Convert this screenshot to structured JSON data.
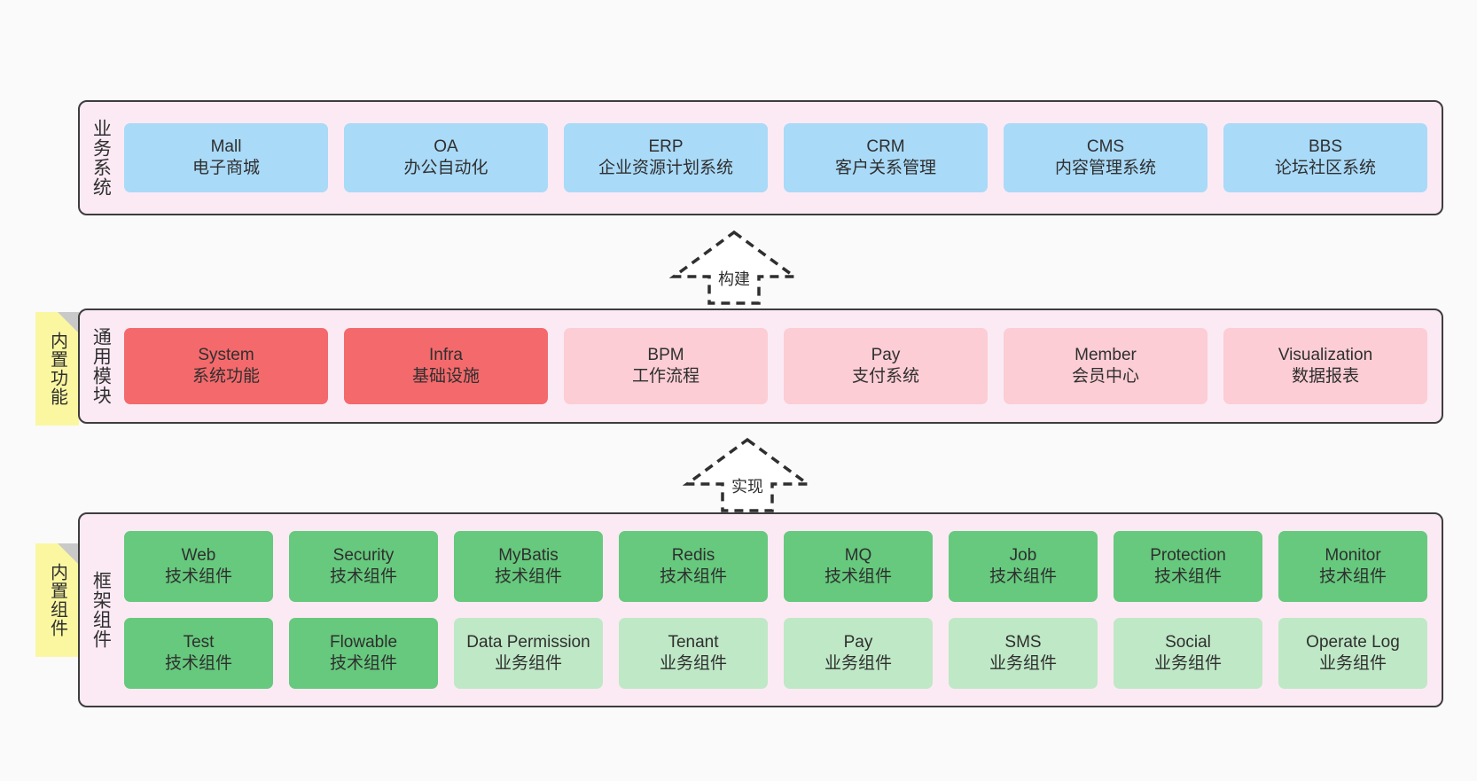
{
  "layers": [
    {
      "id": "business",
      "label": "业务系统",
      "cards": [
        {
          "title": "Mall",
          "subtitle": "电子商城",
          "color": "#a9daf8"
        },
        {
          "title": "OA",
          "subtitle": "办公自动化",
          "color": "#a9daf8"
        },
        {
          "title": "ERP",
          "subtitle": "企业资源计划系统",
          "color": "#a9daf8"
        },
        {
          "title": "CRM",
          "subtitle": "客户关系管理",
          "color": "#a9daf8"
        },
        {
          "title": "CMS",
          "subtitle": "内容管理系统",
          "color": "#a9daf8"
        },
        {
          "title": "BBS",
          "subtitle": "论坛社区系统",
          "color": "#a9daf8"
        }
      ]
    },
    {
      "id": "modules",
      "label": "通用模块",
      "note": "内置功能",
      "cards": [
        {
          "title": "System",
          "subtitle": "系统功能",
          "color": "#f4696b"
        },
        {
          "title": "Infra",
          "subtitle": "基础设施",
          "color": "#f4696b"
        },
        {
          "title": "BPM",
          "subtitle": "工作流程",
          "color": "#fccdd4"
        },
        {
          "title": "Pay",
          "subtitle": "支付系统",
          "color": "#fccdd4"
        },
        {
          "title": "Member",
          "subtitle": "会员中心",
          "color": "#fccdd4"
        },
        {
          "title": "Visualization",
          "subtitle": "数据报表",
          "color": "#fccdd4"
        }
      ]
    },
    {
      "id": "framework",
      "label": "框架组件",
      "note": "内置组件",
      "rows": [
        [
          {
            "title": "Web",
            "subtitle": "技术组件",
            "color": "#66c97d"
          },
          {
            "title": "Security",
            "subtitle": "技术组件",
            "color": "#66c97d"
          },
          {
            "title": "MyBatis",
            "subtitle": "技术组件",
            "color": "#66c97d"
          },
          {
            "title": "Redis",
            "subtitle": "技术组件",
            "color": "#66c97d"
          },
          {
            "title": "MQ",
            "subtitle": "技术组件",
            "color": "#66c97d"
          },
          {
            "title": "Job",
            "subtitle": "技术组件",
            "color": "#66c97d"
          },
          {
            "title": "Protection",
            "subtitle": "技术组件",
            "color": "#66c97d"
          },
          {
            "title": "Monitor",
            "subtitle": "技术组件",
            "color": "#66c97d"
          }
        ],
        [
          {
            "title": "Test",
            "subtitle": "技术组件",
            "color": "#66c97d"
          },
          {
            "title": "Flowable",
            "subtitle": "技术组件",
            "color": "#66c97d"
          },
          {
            "title": "Data Permission",
            "subtitle": "业务组件",
            "color": "#bfe8c6"
          },
          {
            "title": "Tenant",
            "subtitle": "业务组件",
            "color": "#bfe8c6"
          },
          {
            "title": "Pay",
            "subtitle": "业务组件",
            "color": "#bfe8c6"
          },
          {
            "title": "SMS",
            "subtitle": "业务组件",
            "color": "#bfe8c6"
          },
          {
            "title": "Social",
            "subtitle": "业务组件",
            "color": "#bfe8c6"
          },
          {
            "title": "Operate Log",
            "subtitle": "业务组件",
            "color": "#bfe8c6"
          }
        ]
      ]
    }
  ],
  "connectors": [
    {
      "id": "build",
      "label": "构建"
    },
    {
      "id": "implement",
      "label": "实现"
    }
  ],
  "colors": {
    "canvas_background": "#fafafa",
    "layer_background": "#fbeaf4",
    "layer_border": "#3d3d3d",
    "note_background": "#fbf7a0",
    "note_fold": "#c9c9c9",
    "text": "#2f2f2f",
    "business_card": "#a9daf8",
    "module_core_card": "#f4696b",
    "module_card": "#fccdd4",
    "tech_component_card": "#66c97d",
    "business_component_card": "#bfe8c6"
  }
}
